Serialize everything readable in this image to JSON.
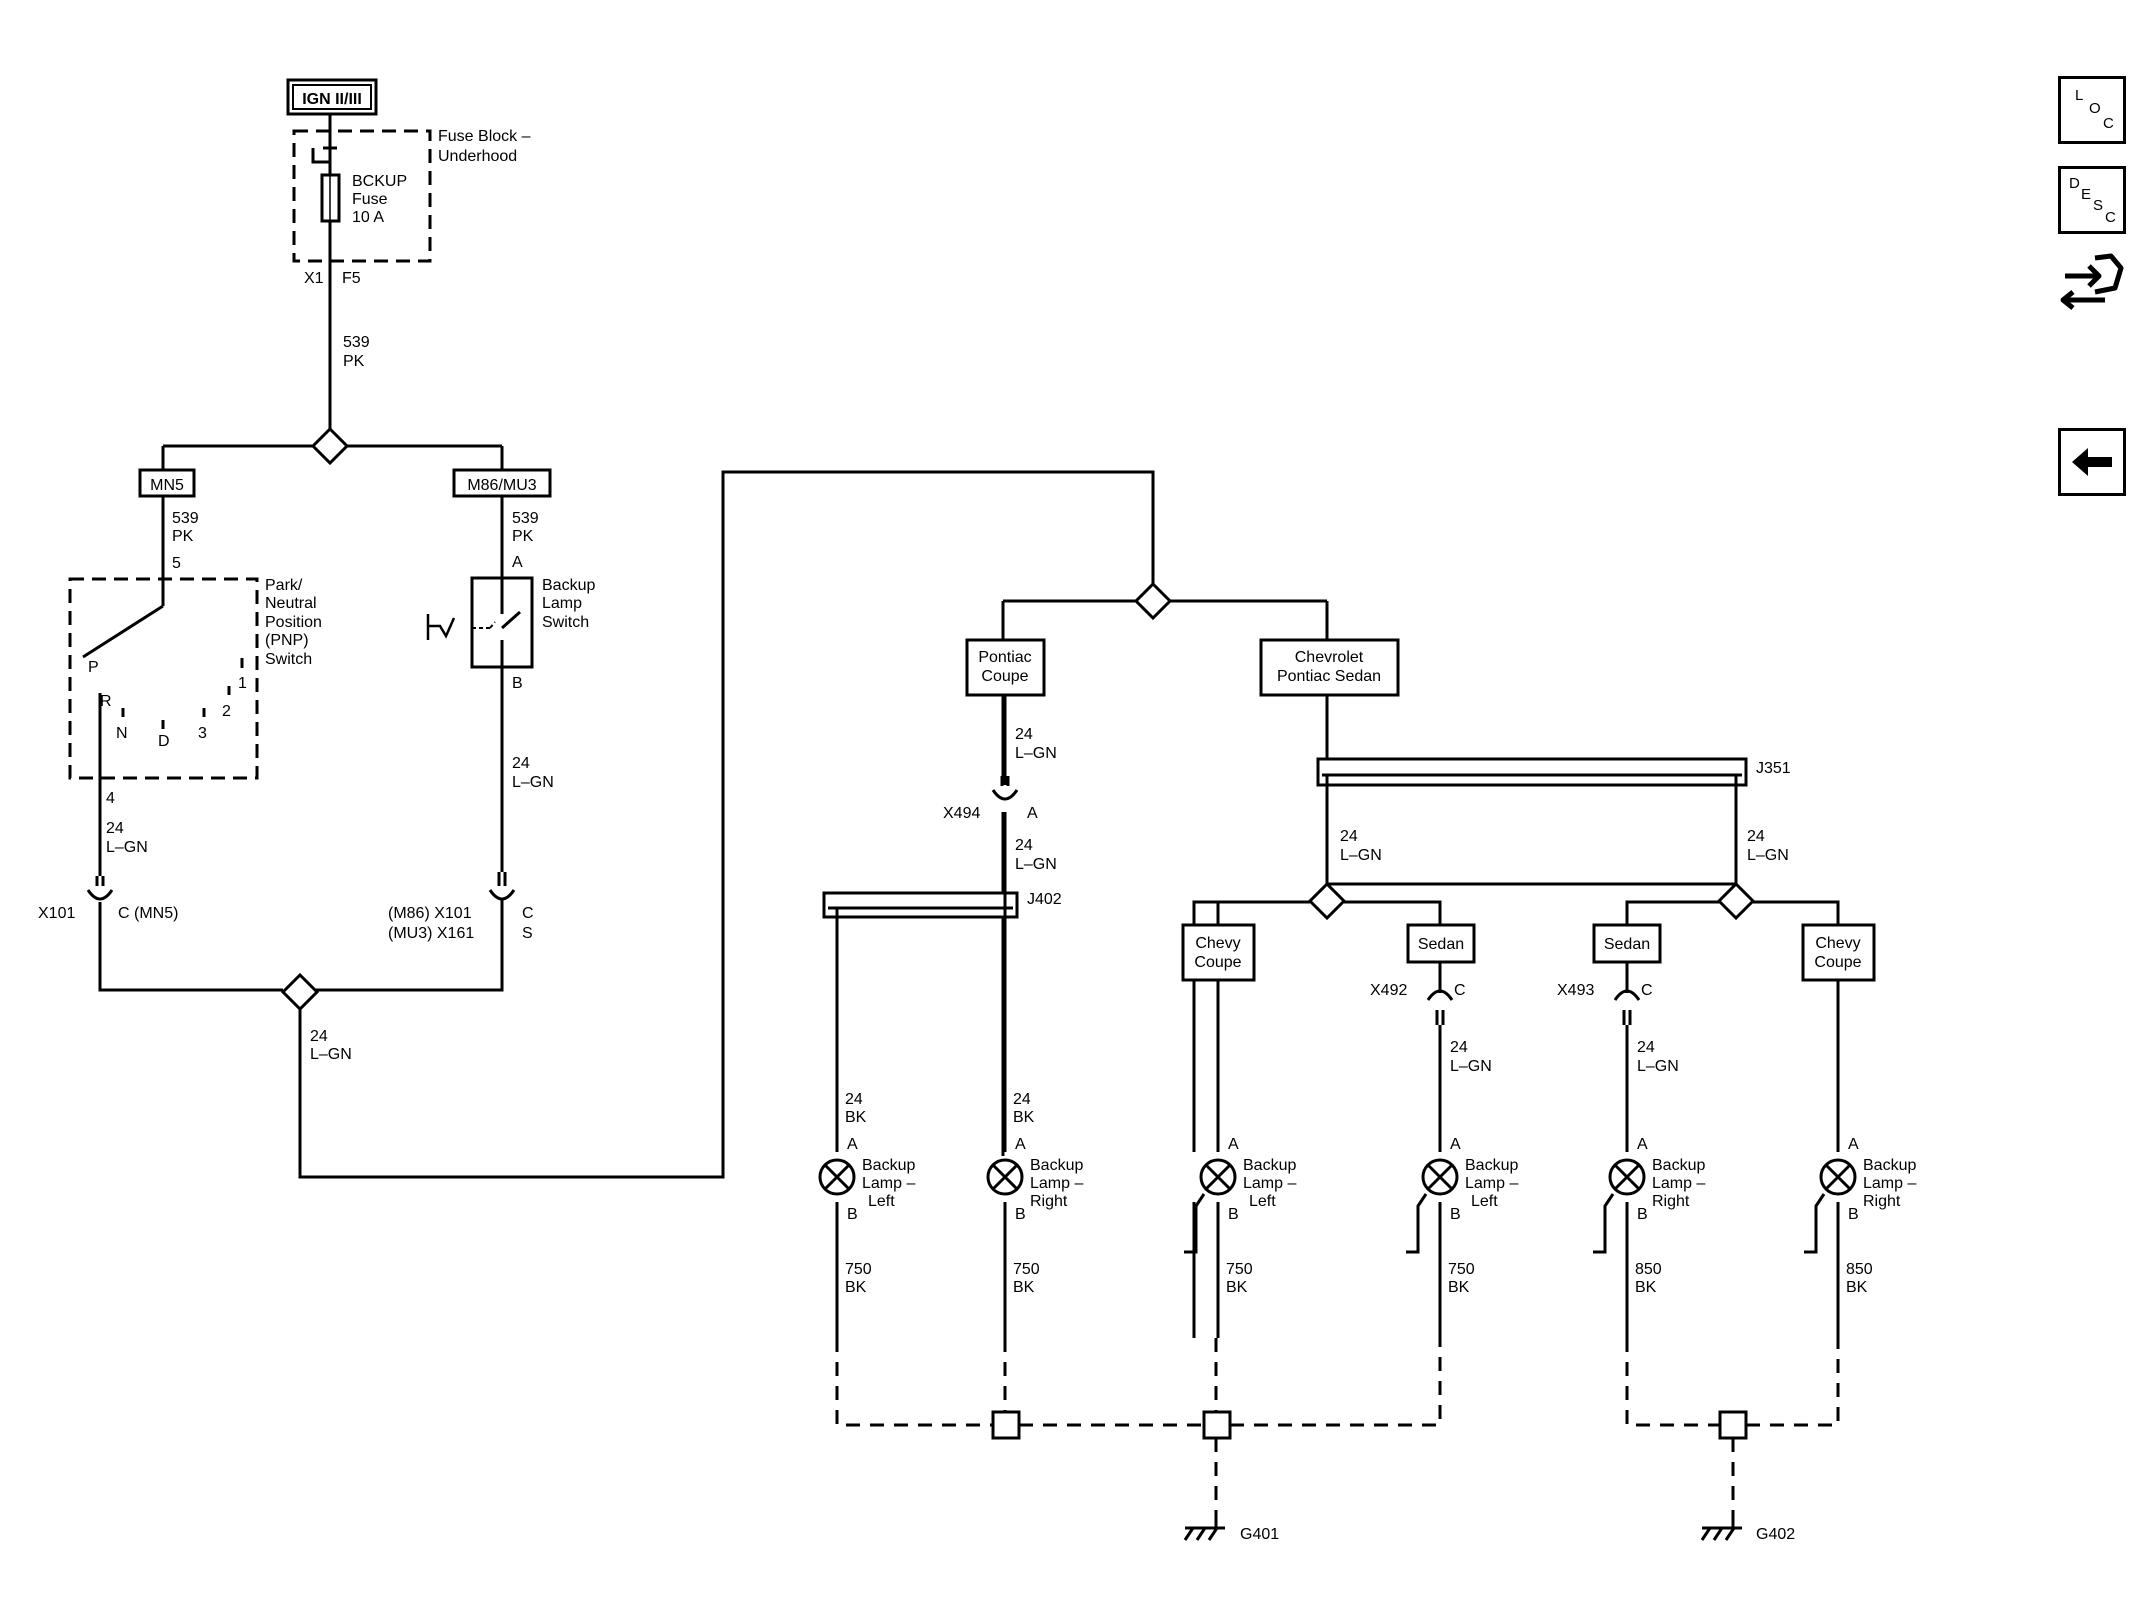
{
  "ign": "IGN II/III",
  "fuse_block": {
    "line1": "Fuse Block –",
    "line2": "Underhood"
  },
  "fuse": {
    "line1": "BCKUP",
    "line2": "Fuse",
    "line3": "10 A"
  },
  "fuse_terminals": {
    "x1": "X1",
    "f5": "F5"
  },
  "wire_539pk": {
    "num": "539",
    "color": "PK"
  },
  "wire_24lgn": {
    "num": "24",
    "color": "L–GN"
  },
  "wire_24bk": {
    "num": "24",
    "color": "BK"
  },
  "wire_750bk": {
    "num": "750",
    "color": "BK"
  },
  "wire_850bk": {
    "num": "850",
    "color": "BK"
  },
  "option_mn5": "MN5",
  "option_m86mu3": "M86/MU3",
  "pnp": {
    "line1": "Park/",
    "line2": "Neutral",
    "line3": "Position",
    "line4": "(PNP)",
    "line5": "Switch",
    "pin5": "5",
    "pin4": "4",
    "pos_p": "P",
    "pos_r": "R",
    "pos_n": "N",
    "pos_d": "D",
    "pos_3": "3",
    "pos_2": "2",
    "pos_1": "1"
  },
  "backup_switch": {
    "line1": "Backup",
    "line2": "Lamp",
    "line3": "Switch",
    "pin_a": "A",
    "pin_b": "B"
  },
  "x101_left": {
    "name": "X101",
    "pin": "C (MN5)"
  },
  "x101_right": {
    "line1": "(M86) X101",
    "line2": "(MU3) X161",
    "pin1": "C",
    "pin2": "S"
  },
  "pontiac_coupe": {
    "line1": "Pontiac",
    "line2": "Coupe"
  },
  "chev_pontiac_sedan": {
    "line1": "Chevrolet",
    "line2": "Pontiac Sedan"
  },
  "x494": {
    "name": "X494",
    "pin": "A"
  },
  "x492": {
    "name": "X492",
    "pin": "C"
  },
  "x493": {
    "name": "X493",
    "pin": "C"
  },
  "j351": "J351",
  "j402": "J402",
  "chevy_coupe": {
    "line1": "Chevy",
    "line2": "Coupe"
  },
  "sedan": "Sedan",
  "lamp_left": {
    "line1": "Backup",
    "line2": "Lamp –",
    "line3": "Left"
  },
  "lamp_right": {
    "line1": "Backup",
    "line2": "Lamp –",
    "line3": "Right"
  },
  "pin_a": "A",
  "pin_b": "B",
  "g401": "G401",
  "g402": "G402",
  "nav": {
    "loc": [
      "L",
      "O",
      "C"
    ],
    "desc": [
      "D",
      "E",
      "S",
      "C"
    ]
  },
  "icons": {
    "loc": "loc-icon",
    "desc": "desc-icon",
    "tool": "connector-tool-icon",
    "back": "back-arrow-icon"
  }
}
